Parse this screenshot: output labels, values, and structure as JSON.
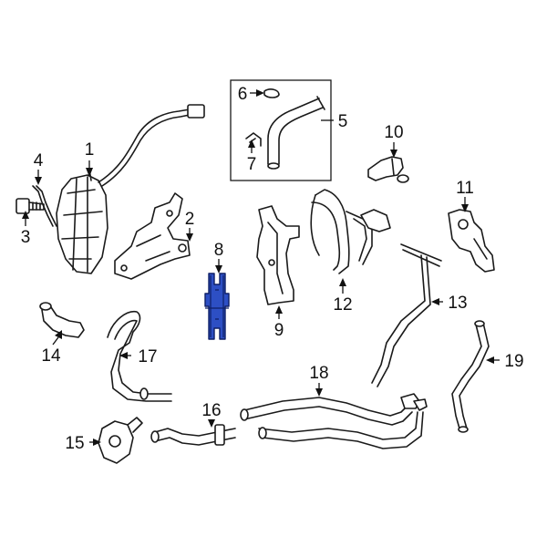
{
  "callouts": [
    {
      "id": "1",
      "text": "1"
    },
    {
      "id": "2",
      "text": "2"
    },
    {
      "id": "3",
      "text": "3"
    },
    {
      "id": "4",
      "text": "4"
    },
    {
      "id": "5",
      "text": "5"
    },
    {
      "id": "6",
      "text": "6"
    },
    {
      "id": "7",
      "text": "7"
    },
    {
      "id": "8",
      "text": "8"
    },
    {
      "id": "9",
      "text": "9"
    },
    {
      "id": "10",
      "text": "10"
    },
    {
      "id": "11",
      "text": "11"
    },
    {
      "id": "12",
      "text": "12"
    },
    {
      "id": "13",
      "text": "13"
    },
    {
      "id": "14",
      "text": "14"
    },
    {
      "id": "15",
      "text": "15"
    },
    {
      "id": "16",
      "text": "16"
    },
    {
      "id": "17",
      "text": "17"
    },
    {
      "id": "18",
      "text": "18"
    },
    {
      "id": "19",
      "text": "19"
    }
  ],
  "highlighted_part": "8",
  "colors": {
    "highlight": "#2d4fc4",
    "line": "#1a1a1a",
    "background": "#ffffff"
  }
}
